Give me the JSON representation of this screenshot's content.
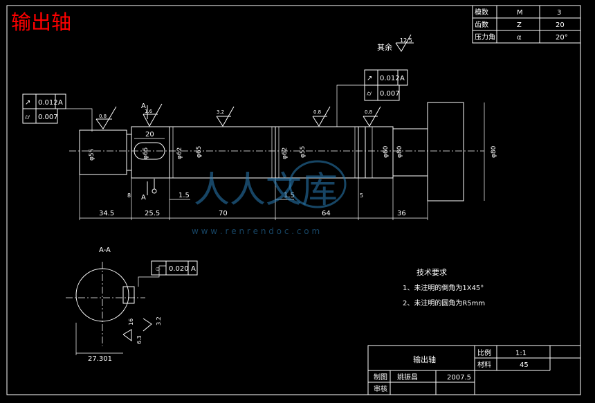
{
  "title": "输出轴",
  "params_table": {
    "rows": [
      {
        "label": "模数",
        "symbol": "M",
        "value": "3"
      },
      {
        "label": "齿数",
        "symbol": "Z",
        "value": "20"
      },
      {
        "label": "压力角",
        "symbol": "α",
        "value": "20°"
      }
    ]
  },
  "surface_finish": {
    "label": "其余",
    "value": "12.5"
  },
  "roughness_marks": [
    "0.8",
    "1.6",
    "3.2",
    "0.8",
    "0.8"
  ],
  "tolerance_frames": {
    "left": {
      "runout": "0.012",
      "datum": "A",
      "total_runout": "0.007"
    },
    "right": {
      "runout": "0.012",
      "datum": "A",
      "total_runout": "0.007"
    },
    "section": {
      "tolerance": "0.020",
      "datum": "A"
    }
  },
  "section_label": "A",
  "section_view": "A-A",
  "diameters": [
    "φ55",
    "φ65",
    "φ62",
    "φ65",
    "φ62",
    "φ55",
    "φ60",
    "φ80"
  ],
  "keyway_width": "20",
  "key_depth": "27.301",
  "key_width_tol": "16",
  "roughness_section": [
    "3.2",
    "6.3"
  ],
  "lengths": [
    "34.5",
    "25.5",
    "70",
    "64",
    "36",
    "1.5",
    "1.5",
    "8",
    "5"
  ],
  "tech_requirements": {
    "heading": "技术要求",
    "items": [
      "1、未注明的倒角为1X45°",
      "2、未注明的圆角为R5mm"
    ]
  },
  "title_block": {
    "part_name": "输出轴",
    "scale_label": "比例",
    "scale": "1:1",
    "material_label": "材料",
    "material": "45",
    "drawn_label": "制图",
    "drawer": "姚振昌",
    "date": "2007.5",
    "check_label": "审核"
  },
  "watermark": {
    "text": "人人文库",
    "url": "w w w . r e n r e n d o c . c o m"
  }
}
